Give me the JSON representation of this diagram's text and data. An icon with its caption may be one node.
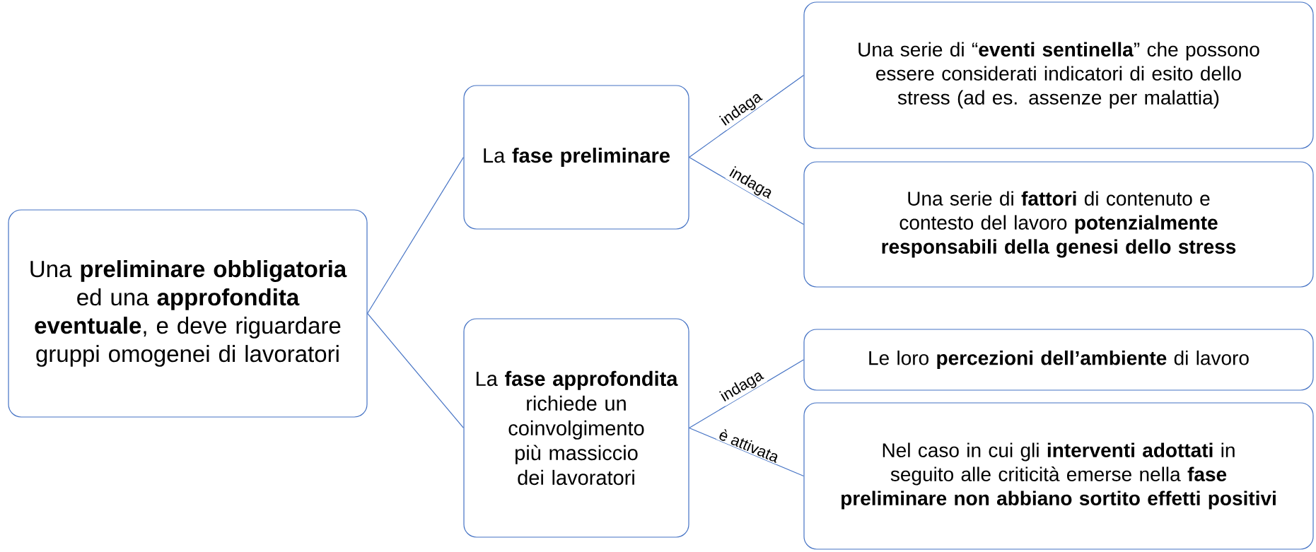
{
  "diagram": {
    "nodes": [
      {
        "text": [
          "Una **preliminare obbligatoria** ed una **approfondita eventuale**, e deve riguardare gruppi omogenei di lavoratori"
        ]
      },
      {
        "text": [
          "La **fase preliminare**"
        ]
      },
      {
        "text": [
          "La **fase approfondita** richiede un coinvolgimento più massiccio dei lavoratori"
        ]
      },
      {
        "text": [
          "Una serie di “**eventi sentinella**” che possono essere considerati indicatori di esito dello stress (ad es. assenze per malattia)"
        ]
      },
      {
        "text": [
          "Una serie di **fattori** di contenuto e contesto del lavoro **potenzialmente responsabili della genesi dello stress**"
        ]
      },
      {
        "text": [
          "Le loro **percezioni dell’ambiente** di lavoro"
        ]
      },
      {
        "text": [
          "Nel caso in cui gli **interventi adottati** in seguito alle criticità emerse nella **fase preliminare non abbiano sortito effetti positivi**"
        ]
      }
    ],
    "edges": [
      {
        "from": 0,
        "to": 1,
        "arrow": "none"
      },
      {
        "from": 0,
        "to": 2,
        "arrow": "none"
      },
      {
        "from": 1,
        "to": 3,
        "arrow": "none",
        "label": "indaga"
      },
      {
        "from": 1,
        "to": 4,
        "arrow": "none",
        "label": "indaga"
      },
      {
        "from": 2,
        "to": 5,
        "arrow": "none",
        "label": "indaga"
      },
      {
        "from": 2,
        "to": 6,
        "arrow": "none",
        "label": "è attivata"
      }
    ]
  }
}
